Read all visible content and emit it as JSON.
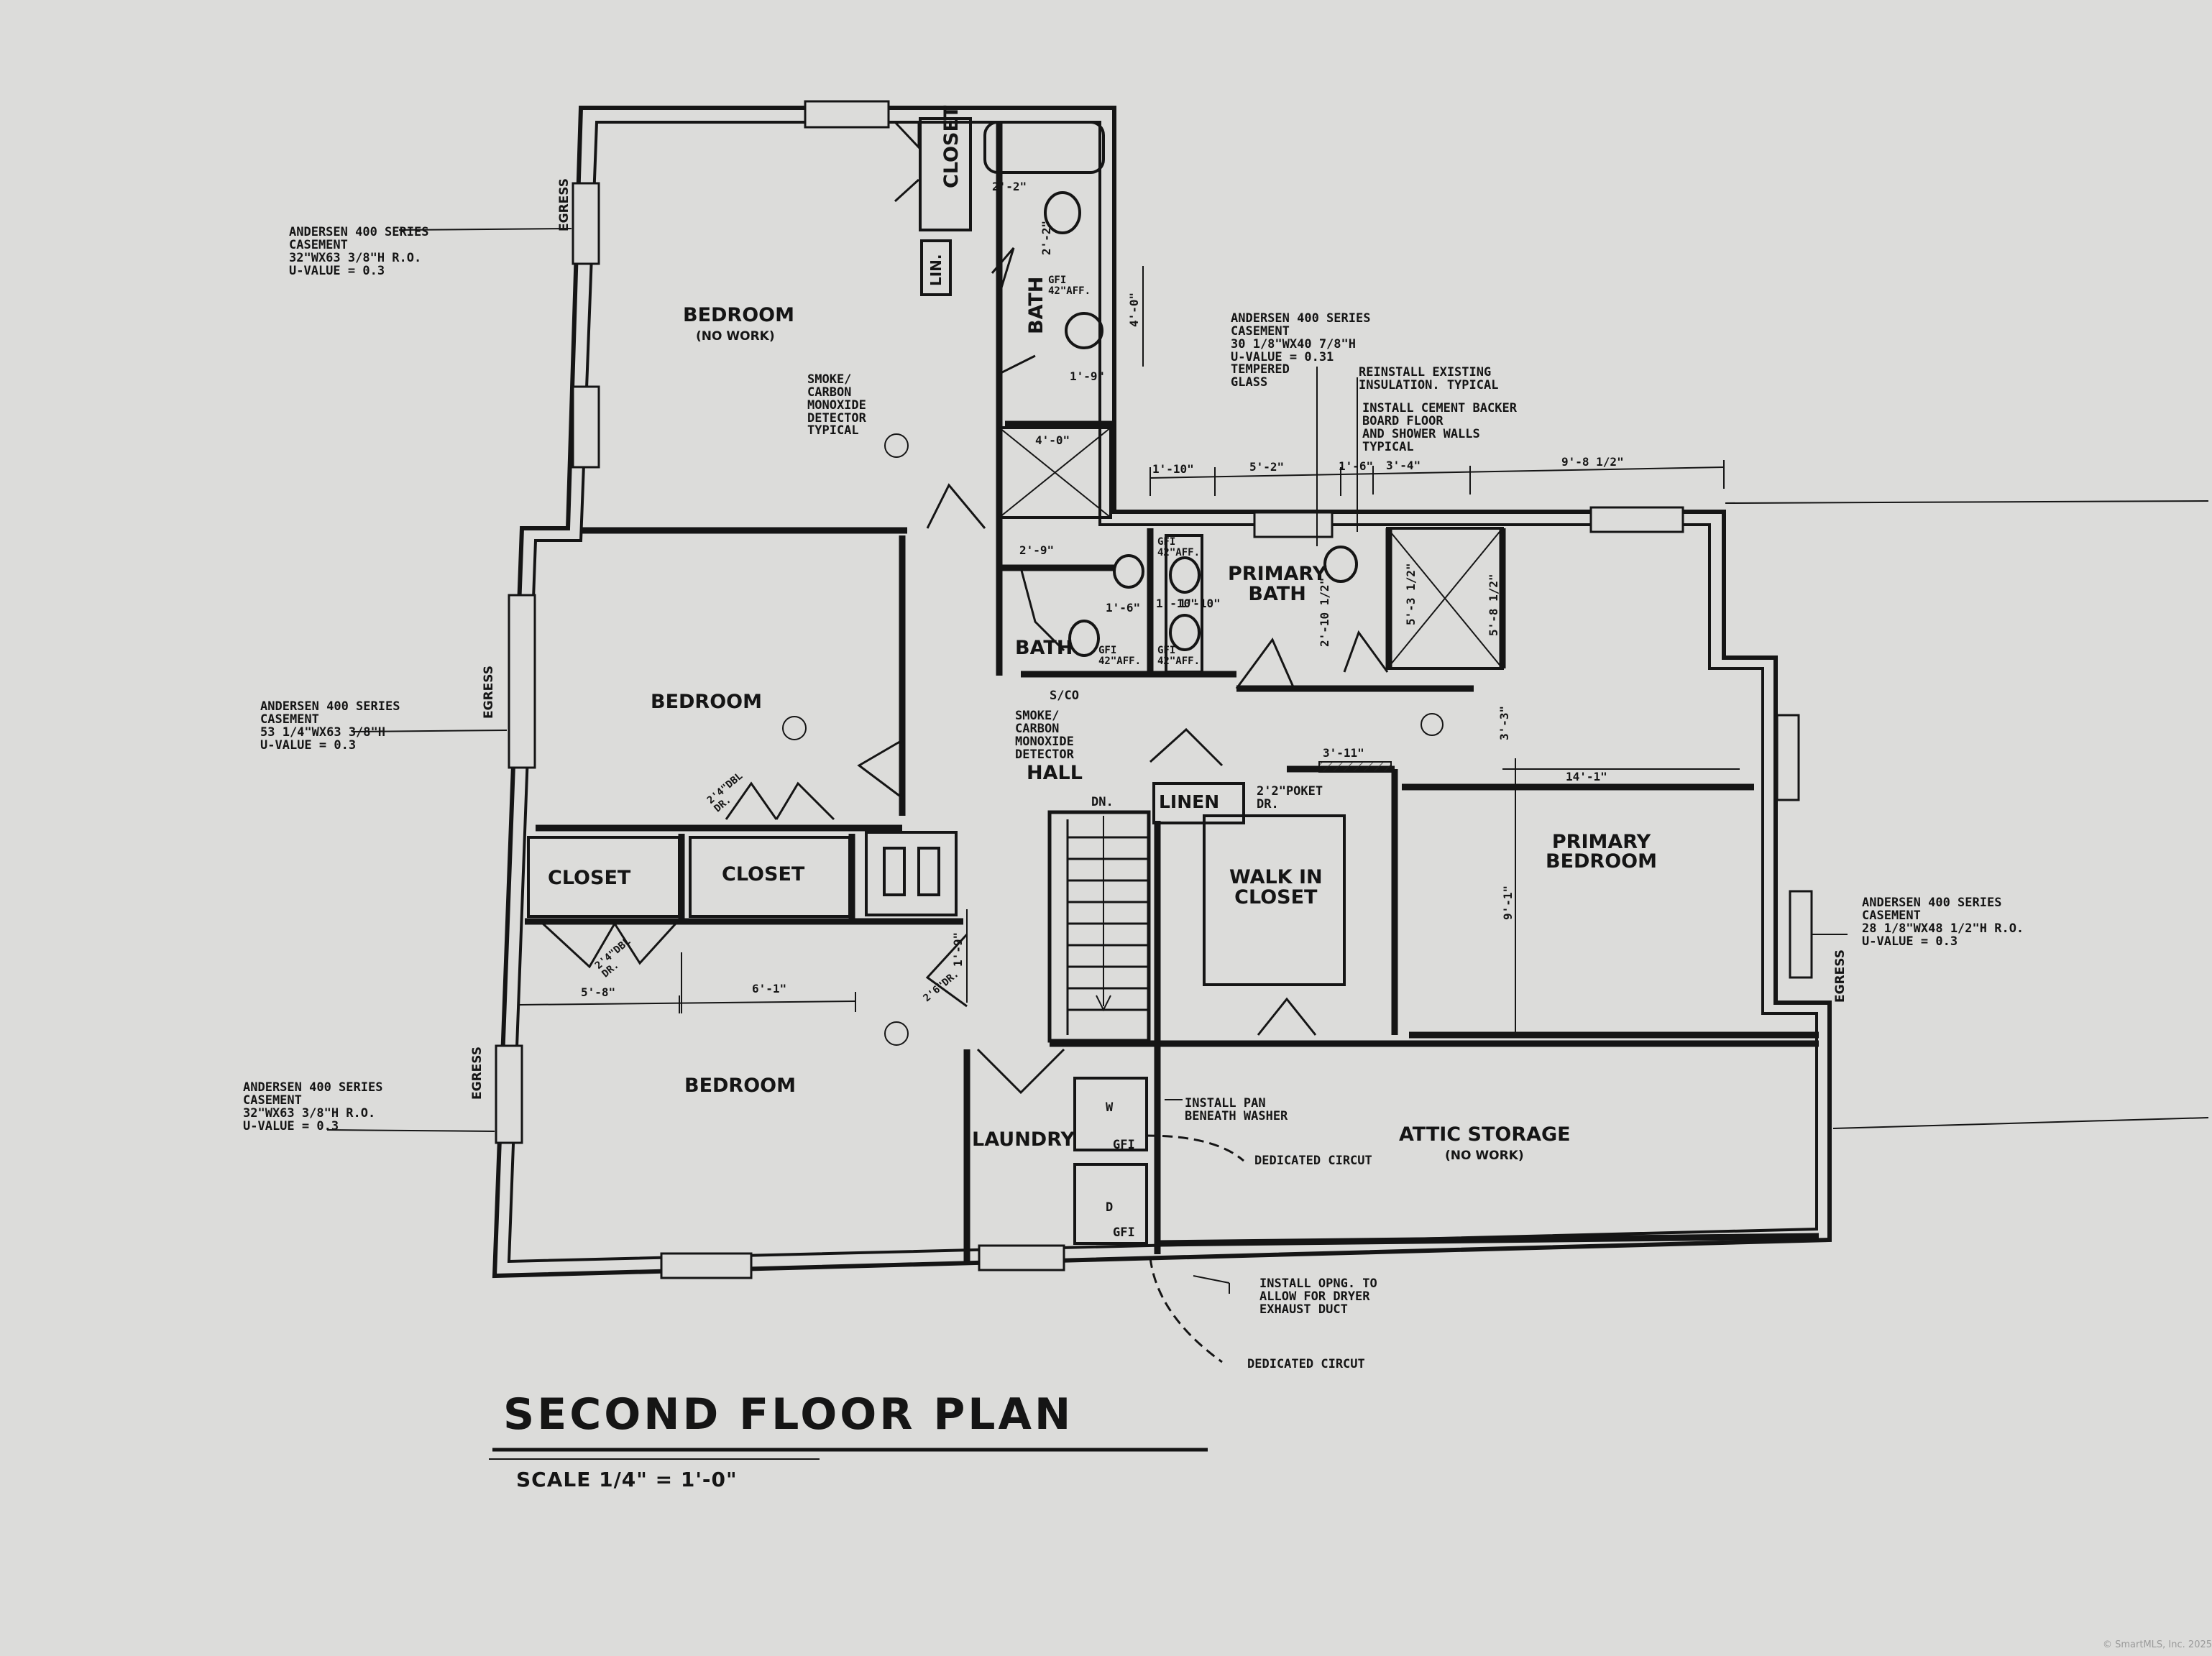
{
  "plan": {
    "title": "SECOND FLOOR PLAN",
    "scale": "SCALE 1/4\" = 1'-0\""
  },
  "rooms": {
    "bedroom_top": "BEDROOM",
    "bedroom_top_sub": "(NO WORK)",
    "bedroom_mid": "BEDROOM",
    "bedroom_bottom": "BEDROOM",
    "primary_bedroom": "PRIMARY\nBEDROOM",
    "primary_bath": "PRIMARY\nBATH",
    "bath_top": "BATH",
    "bath_mid": "BATH",
    "closet_top": "CLOSET",
    "closet_left": "CLOSET",
    "closet_center": "CLOSET",
    "lin": "LIN.",
    "linen": "LINEN",
    "walk_in_closet": "WALK IN\nCLOSET",
    "hall": "HALL",
    "laundry": "LAUNDRY",
    "attic_storage": "ATTIC STORAGE",
    "attic_storage_sub": "(NO WORK)"
  },
  "window_notes": {
    "top_left": "ANDERSEN 400 SERIES\nCASEMENT\n32\"WX63 3/8\"H R.O.\nU-VALUE = 0.3",
    "mid_left": "ANDERSEN 400 SERIES\nCASEMENT\n53 1/4\"WX63 3/8\"H\nU-VALUE = 0.3",
    "bottom_left": "ANDERSEN 400 SERIES\nCASEMENT\n32\"WX63 3/8\"H R.O.\nU-VALUE = 0.3",
    "right": "ANDERSEN 400 SERIES\nCASEMENT\n28 1/8\"WX48 1/2\"H R.O.\nU-VALUE = 0.3",
    "primary_bath": "ANDERSEN 400 SERIES\nCASEMENT\n30 1/8\"WX40 7/8\"H\nU-VALUE = 0.31\nTEMPERED\nGLASS"
  },
  "egress": "EGRESS",
  "notes": {
    "reinstall": "REINSTALL EXISTING\nINSULATION. TYPICAL",
    "cement": "INSTALL CEMENT BACKER\nBOARD FLOOR\nAND SHOWER WALLS\nTYPICAL",
    "smoke_top": "SMOKE/\nCARBON\nMONOXIDE\nDETECTOR\nTYPICAL",
    "smoke_hall": "SMOKE/\nCARBON\nMONOXIDE\nDETECTOR",
    "sco": "S/CO",
    "pan": "INSTALL PAN\nBENEATH WASHER",
    "circuit_1": "DEDICATED CIRCUT",
    "circuit_2": "DEDICATED CIRCUT",
    "dryer": "INSTALL OPNG. TO\nALLOW FOR DRYER\nEXHAUST DUCT",
    "dn": "DN.",
    "pocket": "2'2\"POKET\nDR.",
    "washer": "W",
    "dryer_letter": "D",
    "gfi": "GFI",
    "gfi_aff": "GFI\n42\"AFF.",
    "door_1": "2'4\"DBL\nDR.",
    "door_2": "2'4\"DBL\nDR.",
    "door_3": "2'6\"DR."
  },
  "dimensions": {
    "d_2_2": "2'-2\"",
    "d_2_2v": "2'-2\"",
    "d_1_9a": "1'-9\"",
    "d_4_0v": "4'-0\"",
    "d_4_0": "4'-0\"",
    "d_2_9": "2'-9\"",
    "d_1_10a": "1'-10\"",
    "d_1_6": "1'-6\"",
    "d_1_10b": "1'-10\"",
    "top_1_10": "1'-10\"",
    "top_5_2": "5'-2\"",
    "top_1_6": "1'-6\"",
    "top_3_4": "3'-4\"",
    "top_9_8": "9'-8 1/2\"",
    "d_2_10": "2'-10 1/2\"",
    "d_5_3": "5'-3 1/2\"",
    "d_5_8": "5'-8 1/2\"",
    "d_3_11": "3'-11\"",
    "d_3_3": "3'-3\"",
    "d_14_1": "14'-1\"",
    "d_9_1": "9'-1\"",
    "d_5_8b": "5'-8\"",
    "d_6_1": "6'-1\"",
    "d_1_9b": "1'-9\""
  },
  "watermark": "© SmartMLS, Inc. 2025"
}
